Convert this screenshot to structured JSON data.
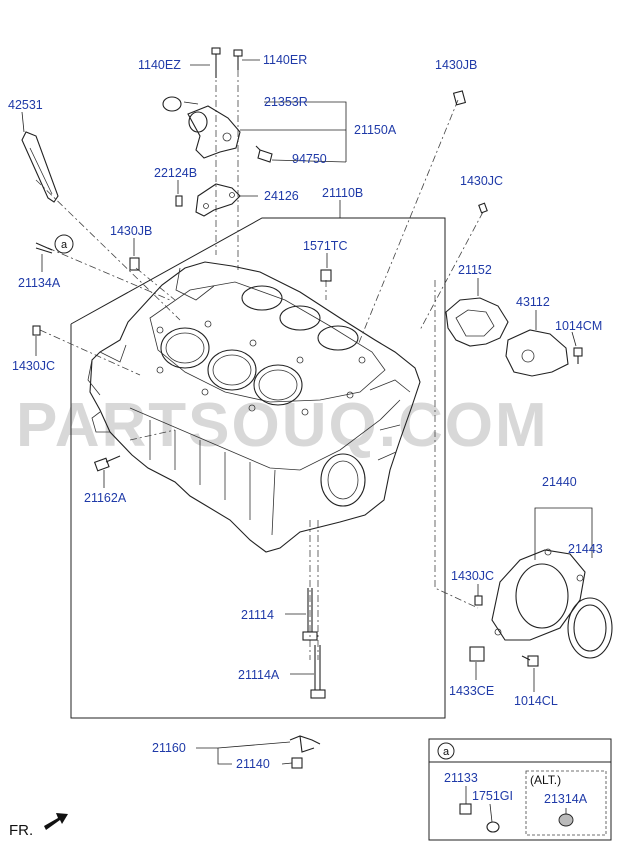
{
  "watermark": "PARTSOUQ.COM",
  "labels": {
    "p1140ez": "1140EZ",
    "p1140er": "1140ER",
    "p1430jb_top": "1430JB",
    "p42531": "42531",
    "p21353r": "21353R",
    "p21150a": "21150A",
    "p94750": "94750",
    "p22124b": "22124B",
    "p24126": "24126",
    "p1430jc_top": "1430JC",
    "p21110b": "21110B",
    "p1430jb_left": "1430JB",
    "p1571tc": "1571TC",
    "p21134a": "21134A",
    "p21152": "21152",
    "p43112": "43112",
    "p1014cm": "1014CM",
    "p1430jc_left": "1430JC",
    "p21162a": "21162A",
    "p21440": "21440",
    "p21443": "21443",
    "p1430jc_right": "1430JC",
    "p21114": "21114",
    "p21114a": "21114A",
    "p1433ce": "1433CE",
    "p1014cl": "1014CL",
    "p21160": "21160",
    "p21140": "21140",
    "inset_callout": "a",
    "inset_21133": "21133",
    "inset_1751gi": "1751GI",
    "inset_alt": "(ALT.)",
    "inset_21314a": "21314A",
    "callout_a": "a",
    "fr": "FR."
  },
  "colors": {
    "label": "#1f3aa8",
    "line": "#222222",
    "watermark": "#d8d8d8"
  },
  "icons": {
    "front_direction": "arrow-icon"
  }
}
